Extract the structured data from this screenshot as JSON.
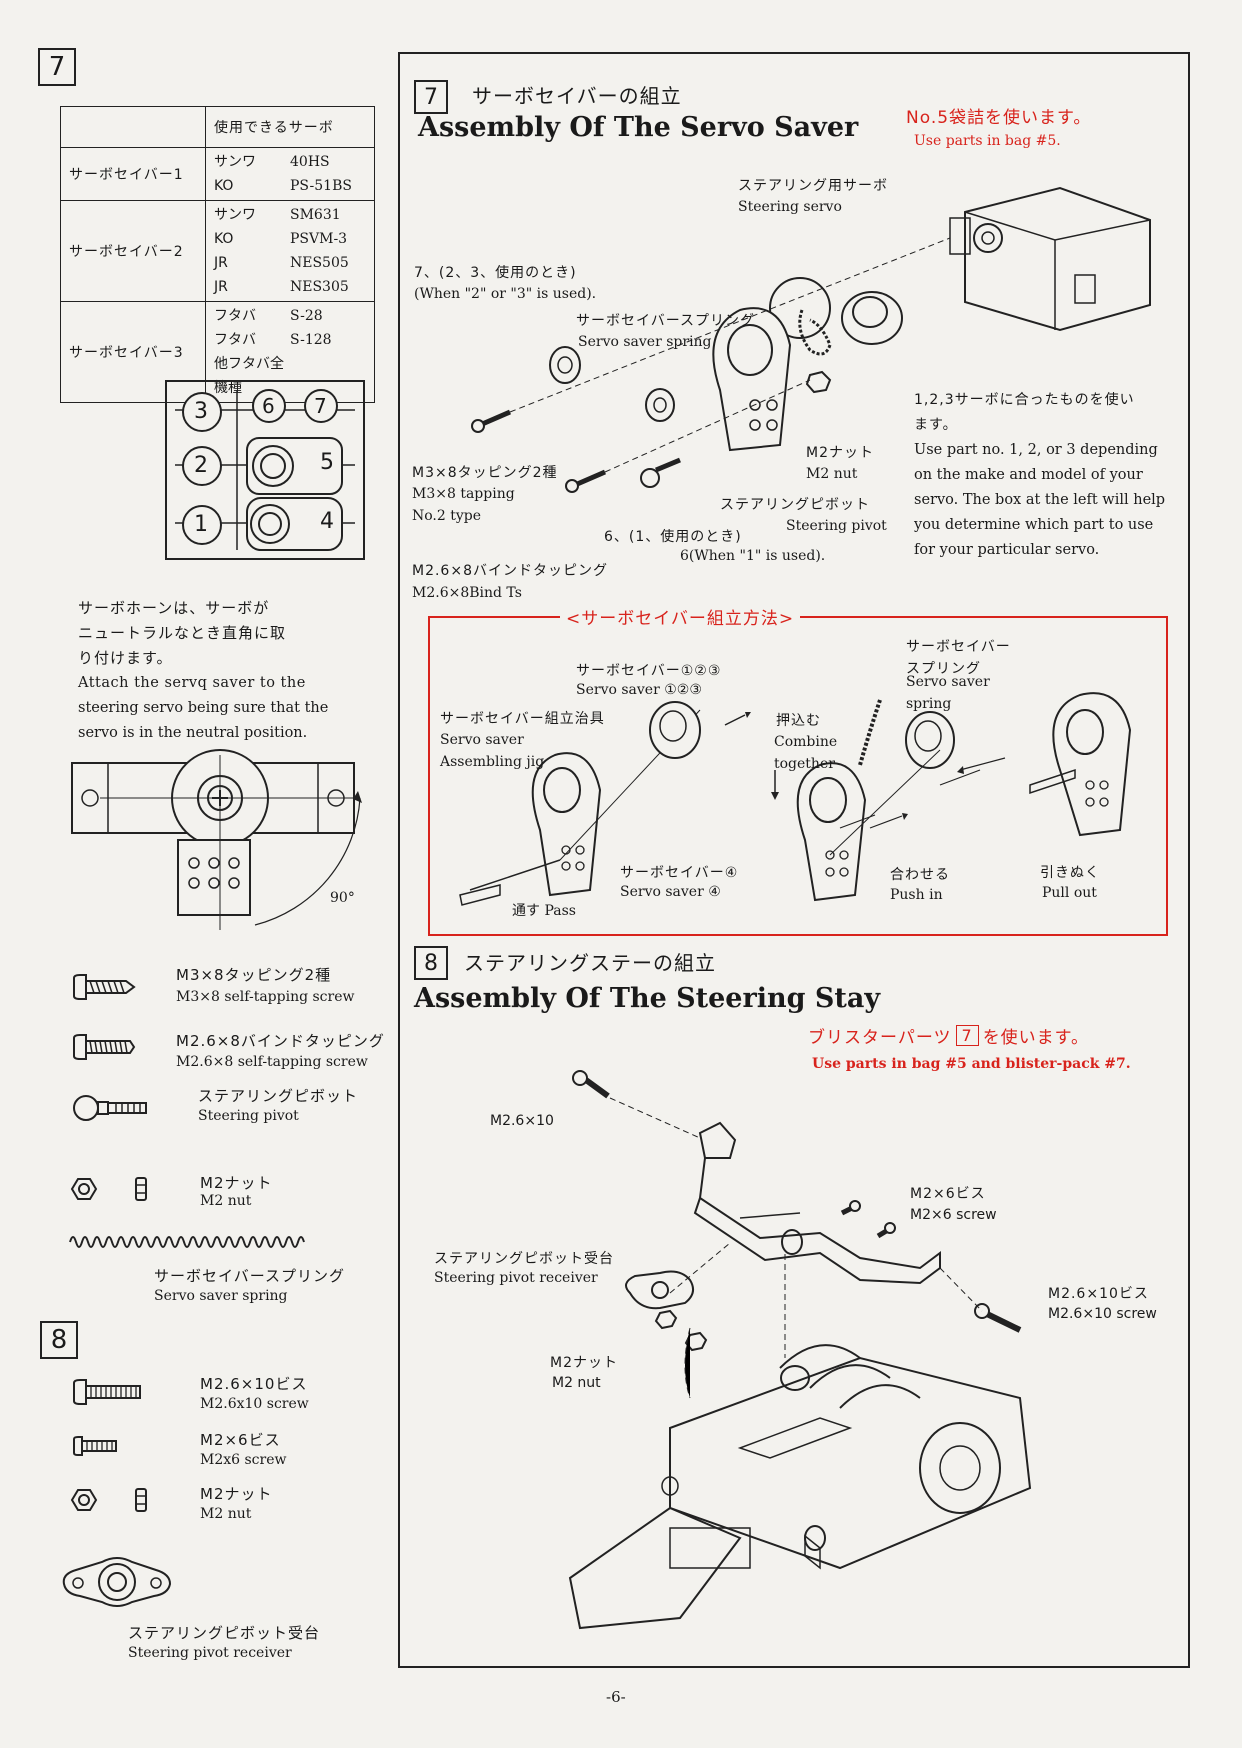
{
  "left": {
    "step7_num": "7",
    "table": {
      "header": "使用できるサーボ",
      "rows": [
        {
          "label": "サーボセイバー1",
          "options": [
            [
              "サンワ",
              "40HS"
            ],
            [
              "KO",
              "PS-51BS"
            ]
          ]
        },
        {
          "label": "サーボセイバー2",
          "options": [
            [
              "サンワ",
              "SM631"
            ],
            [
              "KO",
              "PSVM-3"
            ],
            [
              "JR",
              "NES505"
            ],
            [
              "JR",
              "NES305"
            ]
          ]
        },
        {
          "label": "サーボセイバー3",
          "options": [
            [
              "フタバ",
              "S-28"
            ],
            [
              "フタバ",
              "S-128"
            ],
            [
              "他フタバ全機種",
              ""
            ]
          ]
        }
      ]
    },
    "parts_numbers": [
      "3",
      "6",
      "7",
      "2",
      "5",
      "1",
      "4"
    ],
    "note_jp_1": "サーボホーンは、サーボが",
    "note_jp_2": "ニュートラルなとき直角に取",
    "note_jp_3": "り付けます。",
    "note_en_1": "Attach the servq saver to the",
    "note_en_2": "steering servo being sure that the",
    "note_en_3": "servo is in the neutral position.",
    "angle": "90°",
    "parts7": [
      {
        "jp": "M3×8タッピング2種",
        "en": "M3×8 self-tapping screw"
      },
      {
        "jp": "M2.6×8バインドタッピング",
        "en": "M2.6×8 self-tapping screw"
      },
      {
        "jp": "ステアリングピボット",
        "en": "Steering pivot"
      },
      {
        "jp": "M2ナット",
        "en": "M2 nut"
      },
      {
        "jp": "サーボセイバースプリング",
        "en": "Servo saver spring"
      }
    ],
    "step8_num": "8",
    "parts8": [
      {
        "jp": "M2.6×10ビス",
        "en": "M2.6x10 screw"
      },
      {
        "jp": "M2×6ビス",
        "en": "M2x6 screw"
      },
      {
        "jp": "M2ナット",
        "en": "M2 nut"
      },
      {
        "jp": "ステアリングピボット受台",
        "en": "Steering pivot receiver"
      }
    ]
  },
  "step7": {
    "num": "7",
    "title_jp": "サーボセイバーの組立",
    "title_en": "Assembly Of The Servo Saver",
    "bag_jp": "No.5袋詰を使います。",
    "bag_en": "Use parts in bag #5.",
    "labels": {
      "steering_servo_jp": "ステアリング用サーボ",
      "steering_servo_en": "Steering servo",
      "use7_jp": "7、(2、3、使用のとき)",
      "use7_en": "(When \"2\" or \"3\" is used).",
      "spring_jp": "サーボセイバースプリング",
      "spring_en": "Servo saver spring",
      "m3_jp": "M3×8タッピング2種",
      "m3_en1": "M3×8 tapping",
      "m3_en2": "No.2 type",
      "nut_jp": "M2ナット",
      "nut_en": "M2 nut",
      "pivot_jp": "ステアリングピボット",
      "pivot_en": "Steering pivot",
      "use6_jp": "6、(1、使用のとき)",
      "use6_en": "6(When \"1\" is used).",
      "m26_jp": "M2.6×8バインドタッピング",
      "m26_en": "M2.6×8Bind Ts",
      "choose_jp1": "1,2,3サーボに合ったものを使い",
      "choose_jp2": "ます。",
      "choose_en1": "Use  part no. 1, 2, or 3 depending",
      "choose_en2": "on the make and model of your",
      "choose_en3": "servo. The box at the left will help",
      "choose_en4": "you determine which part to use",
      "choose_en5": "for your particular servo."
    },
    "method": {
      "title": "<サーボセイバー組立方法>",
      "saver123_jp": "サーボセイバー①②③",
      "saver123_en": "Servo saver ①②③",
      "jig_jp": "サーボセイバー組立治具",
      "jig_en1": "Servo saver",
      "jig_en2": "Assembling jig",
      "combine_jp": "押込む",
      "combine_en1": "Combine",
      "combine_en2": "together",
      "spring_jp1": "サーボセイバー",
      "spring_jp2": "スプリング",
      "spring_en1": "Servo saver",
      "spring_en2": "spring",
      "saver4_jp": "サーボセイバー④",
      "saver4_en": "Servo saver ④",
      "pass": "通す Pass",
      "push_jp": "合わせる",
      "push_en": "Push in",
      "pull_jp": "引きぬく",
      "pull_en": "Pull out"
    }
  },
  "step8": {
    "num": "8",
    "title_jp": "ステアリングステーの組立",
    "title_en": "Assembly Of The Steering Stay",
    "bag_jp_a": "ブリスターパーツ",
    "bag_jp_num": "7",
    "bag_jp_b": "を使います。",
    "bag_en": "Use parts in bag #5 and blister-pack #7.",
    "labels": {
      "m2610": "M2.6×10",
      "m26_jp": "M2×6ビス",
      "m26_en": "M2×6 screw",
      "receiver_jp": "ステアリングピボット受台",
      "receiver_en": "Steering pivot receiver",
      "m2610b_jp": "M2.6×10ビス",
      "m2610b_en": "M2.6×10 screw",
      "nut_jp": "M2ナット",
      "nut_en": "M2 nut"
    }
  },
  "page_number": "-6-"
}
